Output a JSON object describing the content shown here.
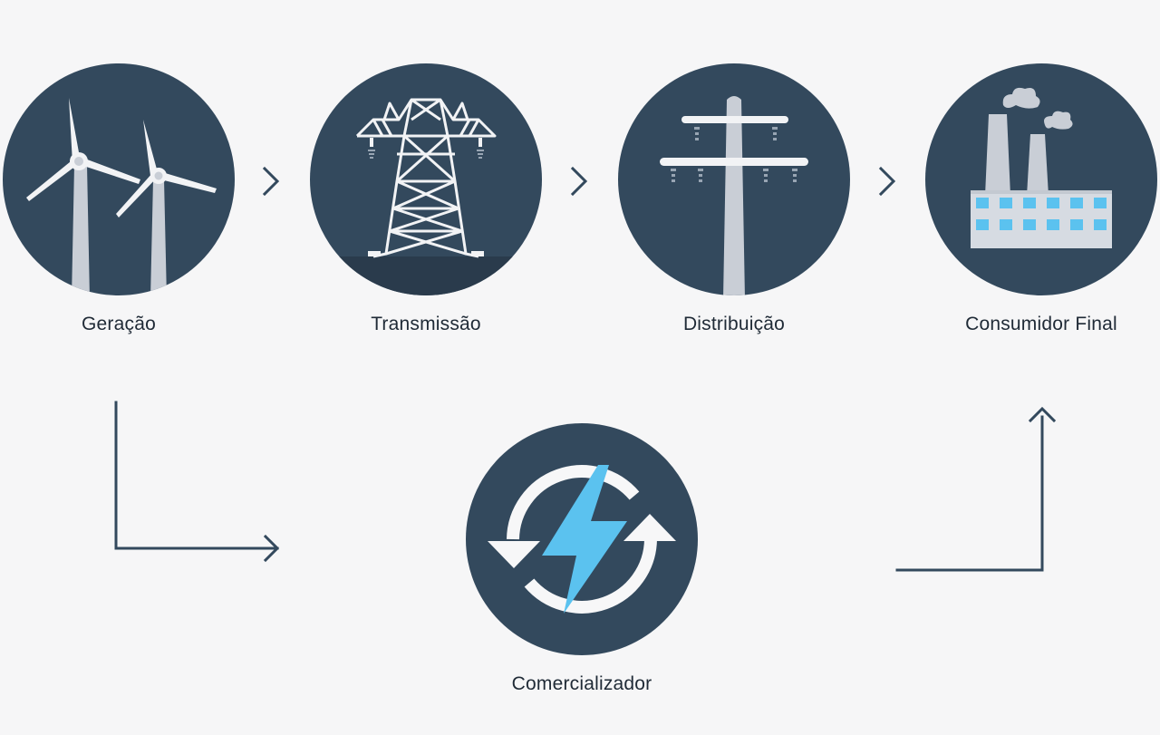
{
  "colors": {
    "background": "#f6f6f7",
    "circle": "#33495d",
    "circle_dark": "#2a3b4c",
    "icon_light": "#f2f3f5",
    "icon_gray": "#c9ced6",
    "accent_blue": "#5bc2ef",
    "connector": "#33495d"
  },
  "nodes": [
    {
      "id": "geracao",
      "label": "Geração",
      "icon": "wind-turbines-icon"
    },
    {
      "id": "transmissao",
      "label": "Transmissão",
      "icon": "transmission-tower-icon"
    },
    {
      "id": "distribuicao",
      "label": "Distribuição",
      "icon": "utility-pole-icon"
    },
    {
      "id": "consumidor",
      "label": "Consumidor Final",
      "icon": "factory-icon"
    },
    {
      "id": "comercializador",
      "label": "Comercializador",
      "icon": "energy-exchange-icon"
    }
  ],
  "edges": [
    {
      "from": "geracao",
      "to": "transmissao"
    },
    {
      "from": "transmissao",
      "to": "distribuicao"
    },
    {
      "from": "distribuicao",
      "to": "consumidor"
    },
    {
      "from": "geracao",
      "to": "comercializador"
    },
    {
      "from": "comercializador",
      "to": "consumidor"
    }
  ]
}
